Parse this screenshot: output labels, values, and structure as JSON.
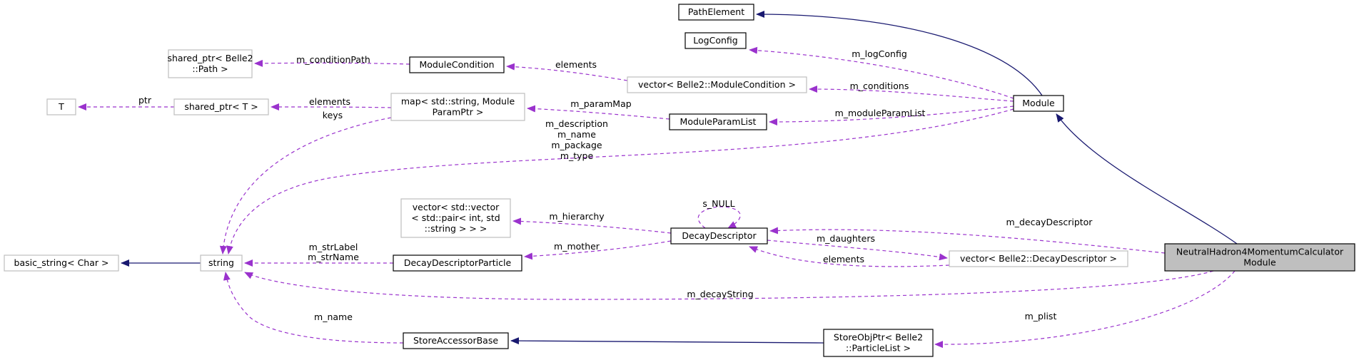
{
  "colors": {
    "inherit": "#191970",
    "usage": "#9a32cd",
    "node_border_strong": "#000000",
    "node_border_weak": "#bfbfbf",
    "node_highlight_fill": "#bfbfbf"
  },
  "nodes": [
    {
      "id": "PathElement",
      "lines": [
        "PathElement"
      ],
      "style": "strong"
    },
    {
      "id": "LogConfig",
      "lines": [
        "LogConfig"
      ],
      "style": "strong"
    },
    {
      "id": "SharedPtrPath",
      "lines": [
        "shared_ptr< Belle2",
        "::Path >"
      ],
      "style": "weak"
    },
    {
      "id": "ModuleCondition",
      "lines": [
        "ModuleCondition"
      ],
      "style": "strong"
    },
    {
      "id": "VectorModuleCondition",
      "lines": [
        "vector< Belle2::ModuleCondition >"
      ],
      "style": "weak"
    },
    {
      "id": "Module",
      "lines": [
        "Module"
      ],
      "style": "strong"
    },
    {
      "id": "T",
      "lines": [
        "T"
      ],
      "style": "weak"
    },
    {
      "id": "SharedPtrT",
      "lines": [
        "shared_ptr< T >"
      ],
      "style": "weak"
    },
    {
      "id": "MapParam",
      "lines": [
        "map< std::string, Module",
        "ParamPtr >"
      ],
      "style": "weak"
    },
    {
      "id": "ModuleParamList",
      "lines": [
        "ModuleParamList"
      ],
      "style": "strong"
    },
    {
      "id": "VectorPair",
      "lines": [
        "vector< std::vector",
        "< std::pair< int, std",
        "::string > > >"
      ],
      "style": "weak"
    },
    {
      "id": "DecayDescriptor",
      "lines": [
        "DecayDescriptor"
      ],
      "style": "strong"
    },
    {
      "id": "BasicString",
      "lines": [
        "basic_string< Char >"
      ],
      "style": "weak"
    },
    {
      "id": "String",
      "lines": [
        "string"
      ],
      "style": "weak"
    },
    {
      "id": "DecayDescriptorParticle",
      "lines": [
        "DecayDescriptorParticle"
      ],
      "style": "strong"
    },
    {
      "id": "VectorDecayDescriptor",
      "lines": [
        "vector< Belle2::DecayDescriptor >"
      ],
      "style": "weak"
    },
    {
      "id": "NeutralHadron",
      "lines": [
        "NeutralHadron4MomentumCalculator",
        "Module"
      ],
      "style": "highlight"
    },
    {
      "id": "StoreAccessorBase",
      "lines": [
        "StoreAccessorBase"
      ],
      "style": "strong"
    },
    {
      "id": "StoreObjPtr",
      "lines": [
        "StoreObjPtr< Belle2",
        "::ParticleList >"
      ],
      "style": "strong"
    }
  ],
  "edges": [
    {
      "id": "module-to-pathelement",
      "from": "Module",
      "to": "PathElement",
      "kind": "inherit",
      "labels": []
    },
    {
      "id": "neutral-to-module",
      "from": "NeutralHadron",
      "to": "Module",
      "kind": "inherit",
      "labels": []
    },
    {
      "id": "string-to-basicstring",
      "from": "String",
      "to": "BasicString",
      "kind": "inherit",
      "labels": []
    },
    {
      "id": "storeobjptr-to-storeaccessorbase",
      "from": "StoreObjPtr",
      "to": "StoreAccessorBase",
      "kind": "inherit",
      "labels": []
    },
    {
      "id": "module-logconfig",
      "from": "Module",
      "to": "LogConfig",
      "kind": "usage",
      "labels": [
        "m_logConfig"
      ]
    },
    {
      "id": "module-conditions",
      "from": "Module",
      "to": "VectorModuleCondition",
      "kind": "usage",
      "labels": [
        "m_conditions"
      ]
    },
    {
      "id": "module-moduleparamlist",
      "from": "Module",
      "to": "ModuleParamList",
      "kind": "usage",
      "labels": [
        "m_moduleParamList"
      ]
    },
    {
      "id": "module-string",
      "from": "Module",
      "to": "String",
      "kind": "usage",
      "labels": [
        "m_description",
        "m_name",
        "m_package",
        "m_type"
      ]
    },
    {
      "id": "vectormodulecondition-modulecondition",
      "from": "VectorModuleCondition",
      "to": "ModuleCondition",
      "kind": "usage",
      "labels": [
        "elements"
      ]
    },
    {
      "id": "modulecondition-sharedptrpath",
      "from": "ModuleCondition",
      "to": "SharedPtrPath",
      "kind": "usage",
      "labels": [
        "m_conditionPath"
      ]
    },
    {
      "id": "moduleparamlist-map",
      "from": "ModuleParamList",
      "to": "MapParam",
      "kind": "usage",
      "labels": [
        "m_paramMap"
      ]
    },
    {
      "id": "map-sharedptrt",
      "from": "MapParam",
      "to": "SharedPtrT",
      "kind": "usage",
      "labels": [
        "elements"
      ]
    },
    {
      "id": "map-string",
      "from": "MapParam",
      "to": "String",
      "kind": "usage",
      "labels": [
        "keys"
      ]
    },
    {
      "id": "sharedptrt-t",
      "from": "SharedPtrT",
      "to": "T",
      "kind": "usage",
      "labels": [
        "ptr"
      ]
    },
    {
      "id": "decaydescriptor-self",
      "from": "DecayDescriptor",
      "to": "DecayDescriptor",
      "kind": "usage",
      "labels": [
        "s_NULL"
      ]
    },
    {
      "id": "decaydescriptor-vectorpair",
      "from": "DecayDescriptor",
      "to": "VectorPair",
      "kind": "usage",
      "labels": [
        "m_hierarchy"
      ]
    },
    {
      "id": "decaydescriptor-particle",
      "from": "DecayDescriptor",
      "to": "DecayDescriptorParticle",
      "kind": "usage",
      "labels": [
        "m_mother"
      ]
    },
    {
      "id": "decaydescriptor-daughters",
      "from": "DecayDescriptor",
      "to": "VectorDecayDescriptor",
      "kind": "usage",
      "labels": [
        "m_daughters"
      ]
    },
    {
      "id": "vectordecaydescriptor-elements",
      "from": "VectorDecayDescriptor",
      "to": "DecayDescriptor",
      "kind": "usage",
      "labels": [
        "elements"
      ]
    },
    {
      "id": "neutral-decaydescriptor",
      "from": "NeutralHadron",
      "to": "DecayDescriptor",
      "kind": "usage",
      "labels": [
        "m_decayDescriptor"
      ]
    },
    {
      "id": "neutral-decaystring",
      "from": "NeutralHadron",
      "to": "String",
      "kind": "usage",
      "labels": [
        "m_decayString"
      ]
    },
    {
      "id": "neutral-plist",
      "from": "NeutralHadron",
      "to": "StoreObjPtr",
      "kind": "usage",
      "labels": [
        "m_plist"
      ]
    },
    {
      "id": "particle-string",
      "from": "DecayDescriptorParticle",
      "to": "String",
      "kind": "usage",
      "labels": [
        "m_strLabel",
        "m_strName"
      ]
    },
    {
      "id": "storeaccessorbase-string",
      "from": "StoreAccessorBase",
      "to": "String",
      "kind": "usage",
      "labels": [
        "m_name"
      ]
    }
  ]
}
